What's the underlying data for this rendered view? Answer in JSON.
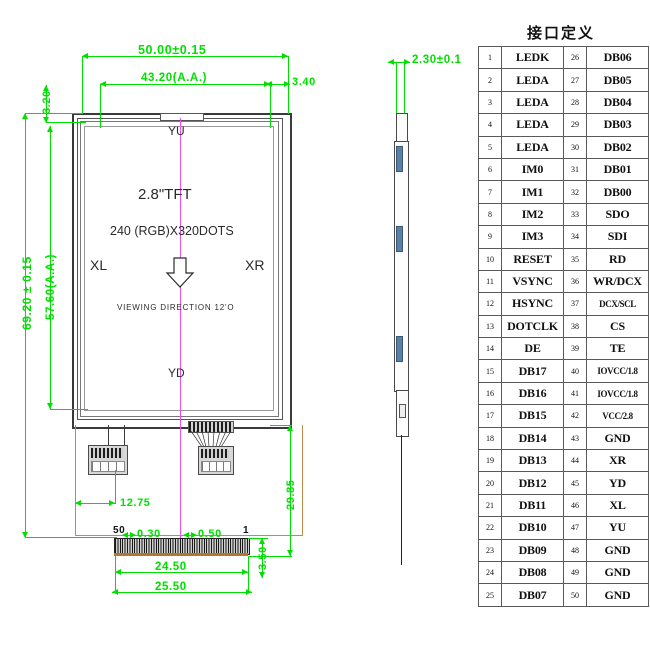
{
  "drawing": {
    "display_labels": {
      "size": "2.8\"TFT",
      "resolution": "240 (RGB)X320DOTS",
      "left_touch": "XL",
      "right_touch": "XR",
      "top_touch": "YU",
      "bottom_touch": "YD",
      "viewing_direction": "VIEWING DIRECTION 12'O"
    },
    "dimensions": {
      "overall_width": "50.00±0.15",
      "active_width": "43.20(A.A.)",
      "right_margin": "3.40",
      "top_margin": "3.20",
      "overall_height": "69.20 ± 0.15",
      "active_height": "57.60(A.A.)",
      "thickness": "2.30±0.1",
      "tail_offset_left": "12.75",
      "pin_width": "0.30",
      "pin_pitch": "0.50",
      "tail_inner_width": "24.50",
      "tail_outer_width": "25.50",
      "tail_height": "3.50",
      "tail_length": "29.85"
    },
    "pin_markers": {
      "first": "1",
      "last": "50"
    }
  },
  "interface_table": {
    "title": "接口定义",
    "rows": [
      {
        "n1": "1",
        "s1": "LEDK",
        "n2": "26",
        "s2": "DB06"
      },
      {
        "n1": "2",
        "s1": "LEDA",
        "n2": "27",
        "s2": "DB05"
      },
      {
        "n1": "3",
        "s1": "LEDA",
        "n2": "28",
        "s2": "DB04"
      },
      {
        "n1": "4",
        "s1": "LEDA",
        "n2": "29",
        "s2": "DB03"
      },
      {
        "n1": "5",
        "s1": "LEDA",
        "n2": "30",
        "s2": "DB02"
      },
      {
        "n1": "6",
        "s1": "IM0",
        "n2": "31",
        "s2": "DB01"
      },
      {
        "n1": "7",
        "s1": "IM1",
        "n2": "32",
        "s2": "DB00"
      },
      {
        "n1": "8",
        "s1": "IM2",
        "n2": "33",
        "s2": "SDO"
      },
      {
        "n1": "9",
        "s1": "IM3",
        "n2": "34",
        "s2": "SDI"
      },
      {
        "n1": "10",
        "s1": "RESET",
        "n2": "35",
        "s2": "RD"
      },
      {
        "n1": "11",
        "s1": "VSYNC",
        "n2": "36",
        "s2": "WR/DCX"
      },
      {
        "n1": "12",
        "s1": "HSYNC",
        "n2": "37",
        "s2": "DCX/SCL"
      },
      {
        "n1": "13",
        "s1": "DOTCLK",
        "n2": "38",
        "s2": "CS"
      },
      {
        "n1": "14",
        "s1": "DE",
        "n2": "39",
        "s2": "TE"
      },
      {
        "n1": "15",
        "s1": "DB17",
        "n2": "40",
        "s2": "IOVCC/1.8"
      },
      {
        "n1": "16",
        "s1": "DB16",
        "n2": "41",
        "s2": "IOVCC/1.8"
      },
      {
        "n1": "17",
        "s1": "DB15",
        "n2": "42",
        "s2": "VCC/2.8"
      },
      {
        "n1": "18",
        "s1": "DB14",
        "n2": "43",
        "s2": "GND"
      },
      {
        "n1": "19",
        "s1": "DB13",
        "n2": "44",
        "s2": "XR"
      },
      {
        "n1": "20",
        "s1": "DB12",
        "n2": "45",
        "s2": "YD"
      },
      {
        "n1": "21",
        "s1": "DB11",
        "n2": "46",
        "s2": "XL"
      },
      {
        "n1": "22",
        "s1": "DB10",
        "n2": "47",
        "s2": "YU"
      },
      {
        "n1": "23",
        "s1": "DB09",
        "n2": "48",
        "s2": "GND"
      },
      {
        "n1": "24",
        "s1": "DB08",
        "n2": "49",
        "s2": "GND"
      },
      {
        "n1": "25",
        "s1": "DB07",
        "n2": "50",
        "s2": "GND"
      }
    ],
    "small_labels": [
      "IOVCC/1.8",
      "VCC/2.8",
      "DCX/SCL"
    ]
  },
  "colors": {
    "dimension_green": "#00e000",
    "centerline_pink": "#ee4fee",
    "outline_dark": "#3a3a3a",
    "trace_copper": "#c08a4a",
    "sideview_blue": "#5b7fa6"
  }
}
